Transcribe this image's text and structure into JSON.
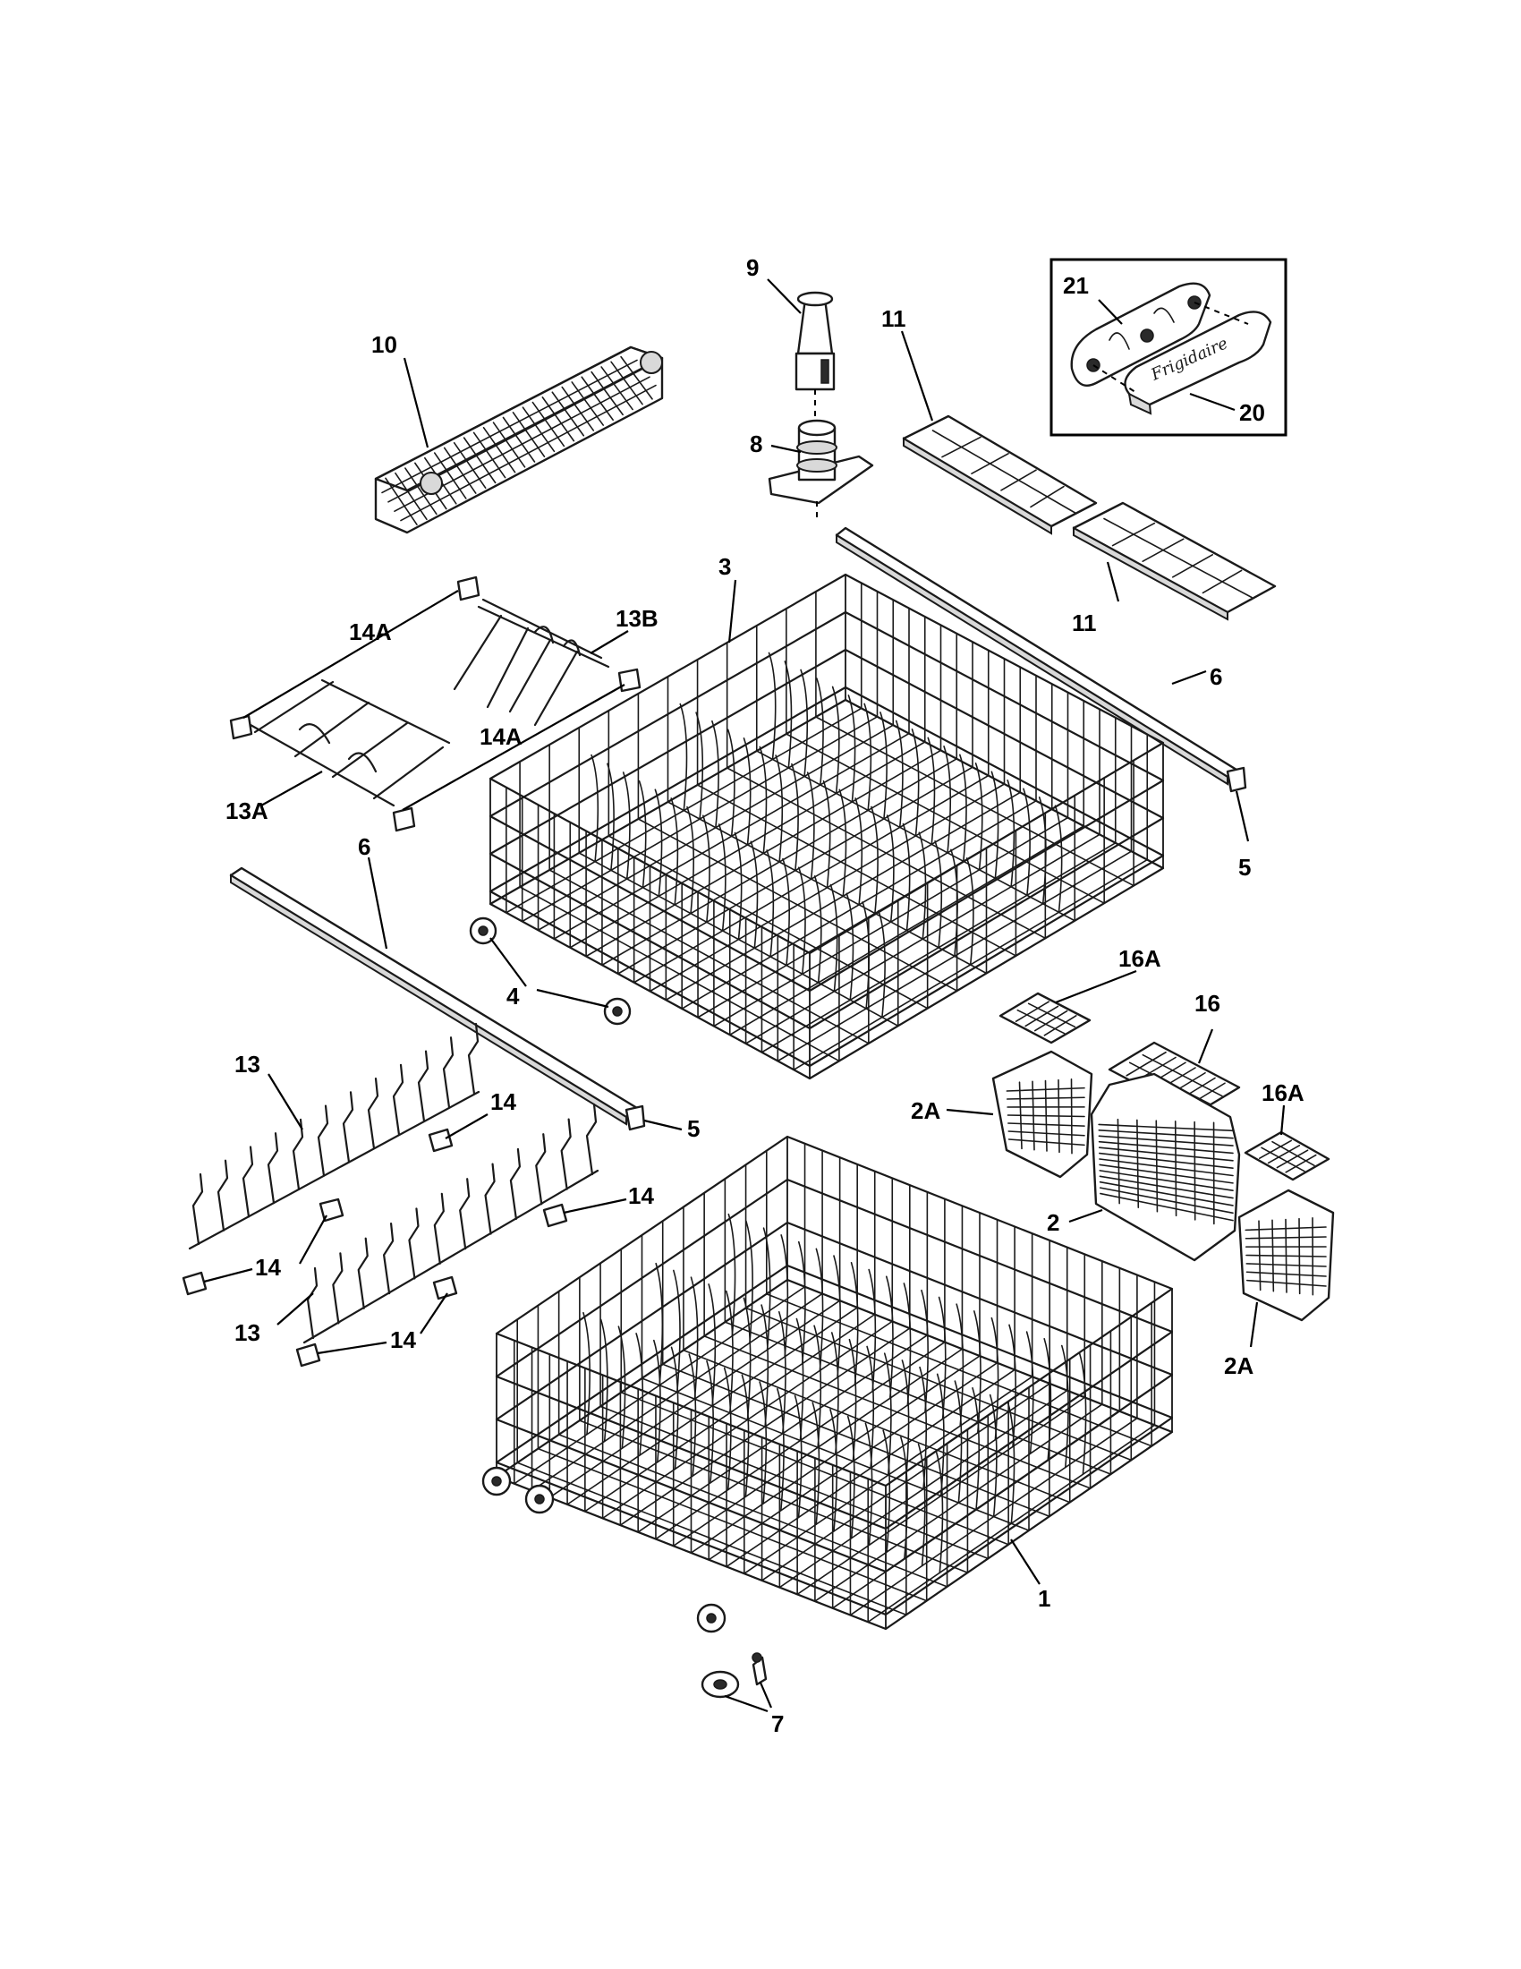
{
  "callouts": {
    "c10": "10",
    "c9": "9",
    "c8": "8",
    "c11a": "11",
    "c11b": "11",
    "c21": "21",
    "c20": "20",
    "c3": "3",
    "c14a_top": "14A",
    "c13b": "13B",
    "c14a_mid": "14A",
    "c13a": "13A",
    "c6_right": "6",
    "c5_right": "5",
    "c6_left": "6",
    "c4": "4",
    "c16a_top": "16A",
    "c16": "16",
    "c16a_right": "16A",
    "c13_top": "13",
    "c14_1": "14",
    "c5_left": "5",
    "c2a_top": "2A",
    "c14_2": "14",
    "c14_3": "14",
    "c2": "2",
    "c13_bottom": "13",
    "c14_4": "14",
    "c2a_bottom": "2A",
    "c1": "1",
    "c7": "7"
  },
  "logo": {
    "script_text": "Frigidaire"
  }
}
